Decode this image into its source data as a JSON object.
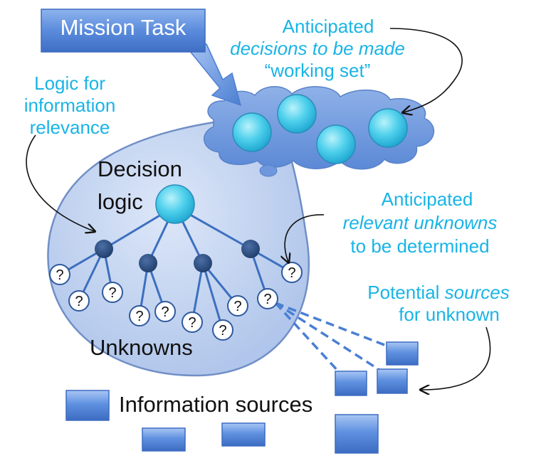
{
  "mission_task": "Mission Task",
  "decisions": {
    "line1": "Anticipated",
    "line2": "decisions to be made",
    "line3": "“working set”"
  },
  "logic_relevance": {
    "line1": "Logic for",
    "line2": "information",
    "line3": "relevance"
  },
  "decision_logic": {
    "line1": "Decision",
    "line2": "logic"
  },
  "relevant_unknowns": {
    "line1": "Anticipated",
    "line2": "relevant unknowns",
    "line3": "to be determined"
  },
  "potential_sources": {
    "line1_plain": "Potential ",
    "line1_italic": "sources",
    "line2": "for unknown"
  },
  "unknowns": "Unknowns",
  "information_sources": "Information sources",
  "question_mark": "?",
  "colors": {
    "accent_cyan": "#19b4e6",
    "node_dark": "#2e4f80",
    "ball_light": "#4fd0ec",
    "region_fill": "#b9cdf0",
    "region_stroke": "#6a8ac4",
    "box_blue": "#4a7fd4"
  }
}
